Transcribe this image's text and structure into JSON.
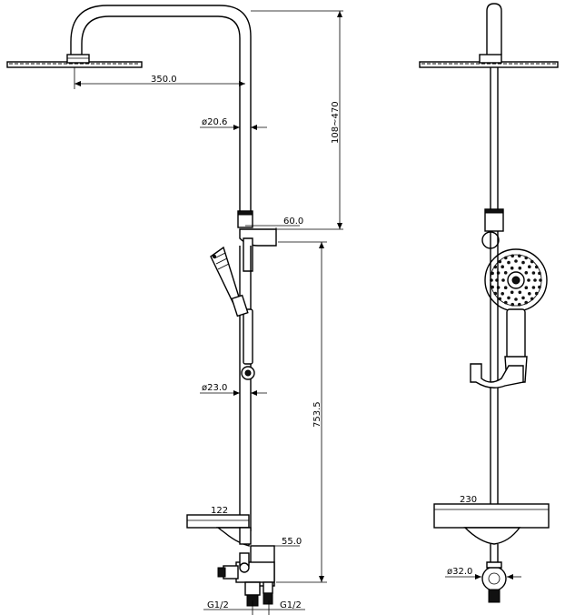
{
  "dimensions": {
    "head_reach": "350.0",
    "height_range": "108~470",
    "pipe_diameter": "ø20.6",
    "bracket_depth": "60.0",
    "lower_pipe_diameter": "ø23.0",
    "lower_height": "753.5",
    "shelf_depth": "122",
    "mixer_depth": "55.0",
    "inlet_left": "G1/2",
    "inlet_right": "G1/2",
    "shelf_width": "230",
    "outlet_diameter": "ø32.0"
  }
}
